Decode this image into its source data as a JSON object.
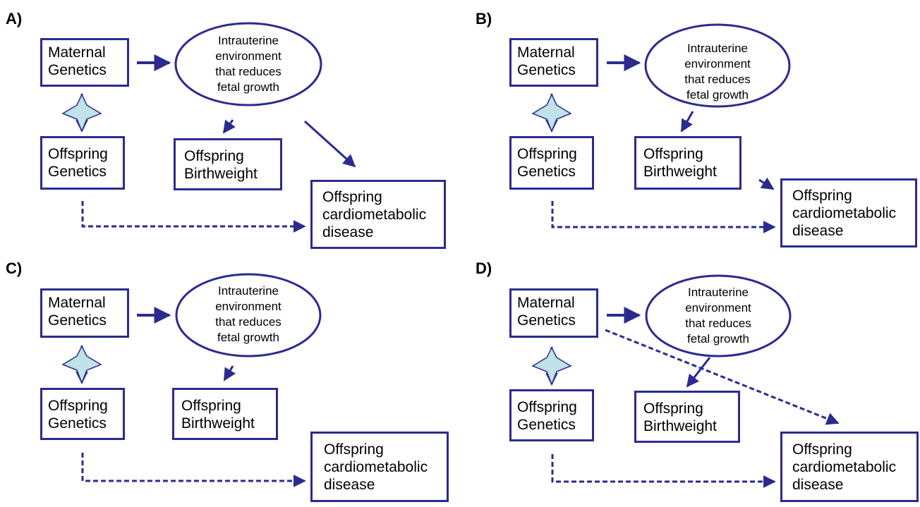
{
  "colors": {
    "line": "#2b2b8f",
    "star_fill": "#bfe3e6",
    "star_stroke": "#2b2b8f"
  },
  "icons": {
    "block": "four-point-star-icon"
  },
  "panels": [
    {
      "label": "A)",
      "maternal": [
        "Maternal",
        "Genetics"
      ],
      "environment": [
        "Intrauterine",
        "environment",
        "that reduces",
        "fetal growth"
      ],
      "offspring_genetics": [
        "Offspring",
        "Genetics"
      ],
      "birthweight": [
        "Offspring",
        "Birthweight"
      ],
      "disease": [
        "Offspring",
        "cardiometabolic",
        "disease"
      ]
    },
    {
      "label": "B)",
      "maternal": [
        "Maternal",
        "Genetics"
      ],
      "environment": [
        "Intrauterine",
        "environment",
        "that reduces",
        "fetal growth"
      ],
      "offspring_genetics": [
        "Offspring",
        "Genetics"
      ],
      "birthweight": [
        "Offspring",
        "Birthweight"
      ],
      "disease": [
        "Offspring",
        "cardiometabolic",
        "disease"
      ]
    },
    {
      "label": "C)",
      "maternal": [
        "Maternal",
        "Genetics"
      ],
      "environment": [
        "Intrauterine",
        "environment",
        "that reduces",
        "fetal growth"
      ],
      "offspring_genetics": [
        "Offspring",
        "Genetics"
      ],
      "birthweight": [
        "Offspring",
        "Birthweight"
      ],
      "disease": [
        "Offspring",
        "cardiometabolic",
        "disease"
      ]
    },
    {
      "label": "D)",
      "maternal": [
        "Maternal",
        "Genetics"
      ],
      "environment": [
        "Intrauterine",
        "environment",
        "that reduces",
        "fetal growth"
      ],
      "offspring_genetics": [
        "Offspring",
        "Genetics"
      ],
      "birthweight": [
        "Offspring",
        "Birthweight"
      ],
      "disease": [
        "Offspring",
        "cardiometabolic",
        "disease"
      ]
    }
  ]
}
